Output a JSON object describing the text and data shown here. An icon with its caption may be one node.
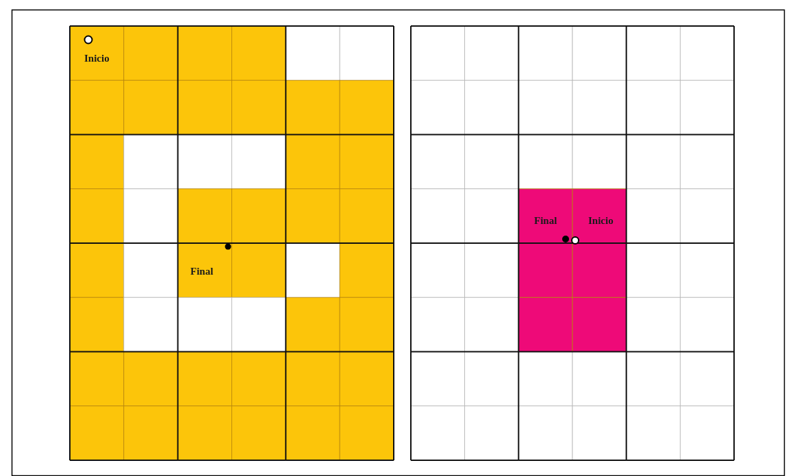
{
  "diagram": {
    "labels": [
      "Inicio",
      "Final",
      "Final",
      "Inicio"
    ]
  }
}
